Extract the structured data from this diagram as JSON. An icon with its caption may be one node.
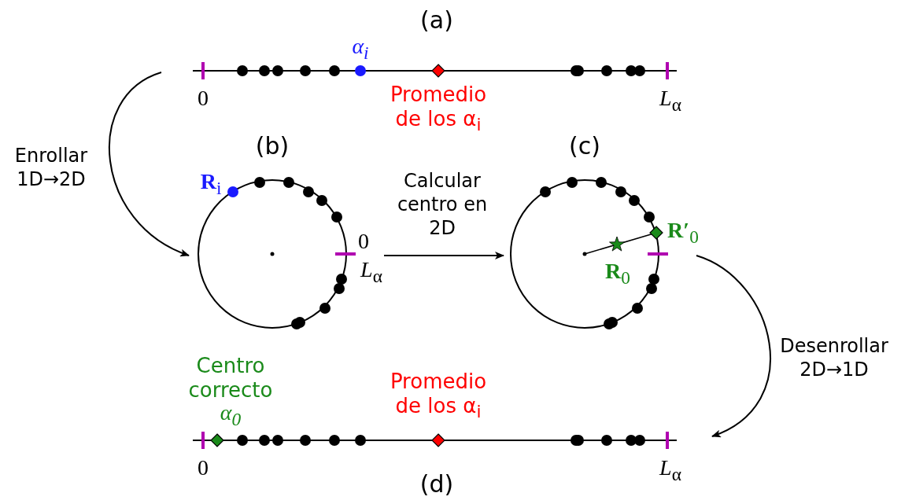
{
  "diagram": {
    "nodes": [
      {
        "text": [
          "(a)"
        ]
      },
      {
        "text": [
          "(b)"
        ]
      },
      {
        "text": [
          "(c)"
        ]
      },
      {
        "text": [
          "(d)"
        ]
      }
    ],
    "edges": [
      {
        "from": 0,
        "to": 1,
        "arrow": "to",
        "label": "Enrollar 1D→2D"
      },
      {
        "from": 1,
        "to": 2,
        "arrow": "to",
        "label": "Calcular centro en 2D"
      },
      {
        "from": 2,
        "to": 3,
        "arrow": "to",
        "label": "Desenrollar 2D→1D"
      }
    ],
    "labels": [
      "α$_{i}$",
      "0",
      "*L*$_{α}$",
      "Promedio de los α$_{i}$",
      "**R**$_{i}$",
      "0",
      "*L*$_{α}$",
      "**R′**$_{0}$",
      "**R**$_{0}$",
      "Centro correcto",
      "α$_{0}$",
      "Promedio de los α$_{i}$",
      "0",
      "*L*$_{α}$"
    ]
  }
}
